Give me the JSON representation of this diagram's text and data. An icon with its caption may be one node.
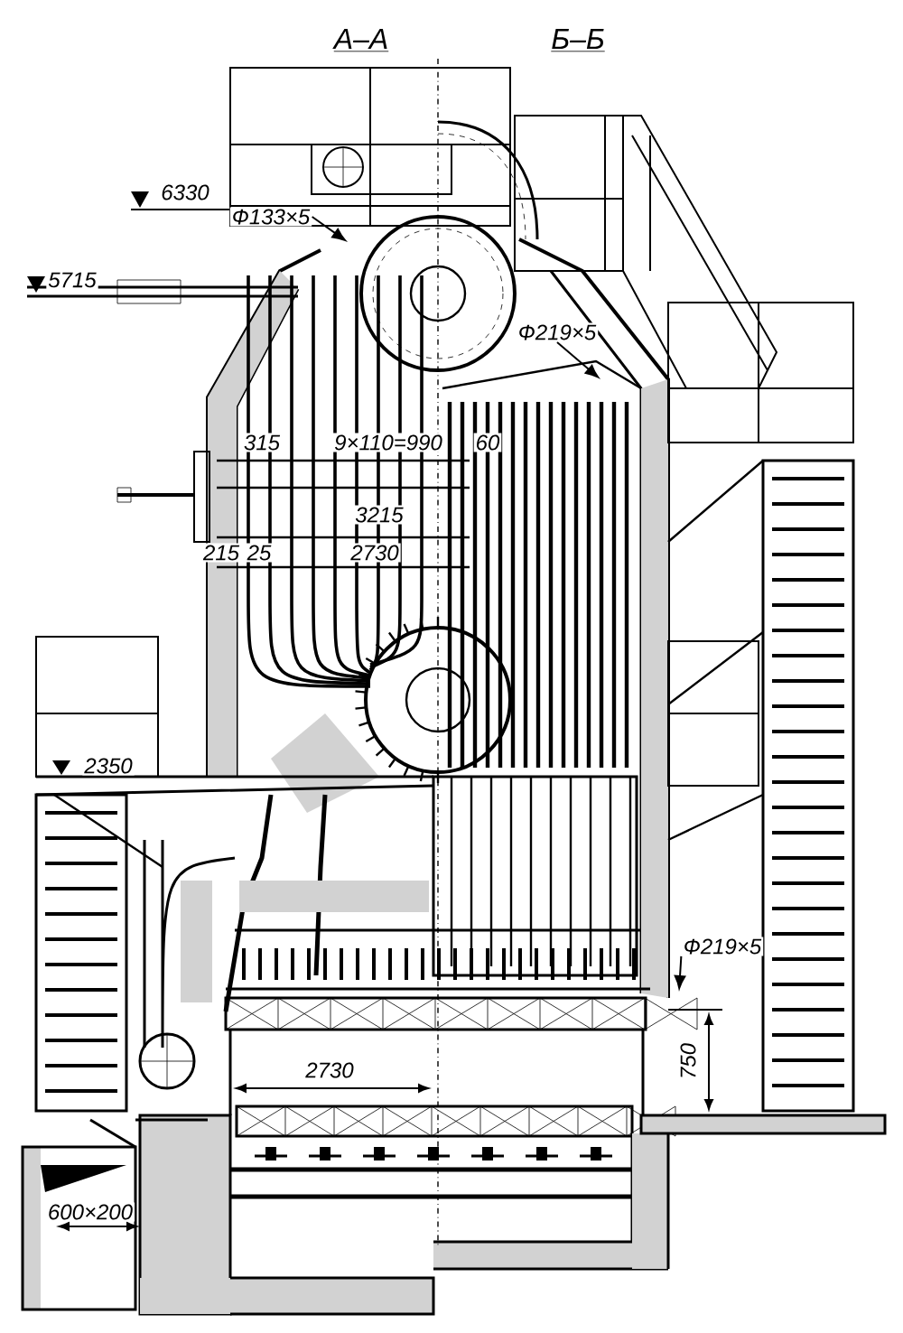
{
  "diagram": {
    "nodes": [
      {
        "text": [
          "Ф133×5"
        ]
      },
      {
        "text": [
          "Ф219×5"
        ]
      },
      {
        "text": [
          "Ф219×5"
        ]
      }
    ],
    "edges": [
      {
        "from": 0,
        "to": null,
        "arrow": "to"
      },
      {
        "from": 1,
        "to": null,
        "arrow": "to"
      },
      {
        "from": 2,
        "to": null,
        "arrow": "to"
      }
    ],
    "labels": [
      "А–А",
      "Б–Б",
      "6330",
      "5715",
      "315",
      "9×110=990",
      "60",
      "3215",
      "215",
      "25",
      "2730",
      "2350",
      "750",
      "2730",
      "600×200"
    ]
  }
}
